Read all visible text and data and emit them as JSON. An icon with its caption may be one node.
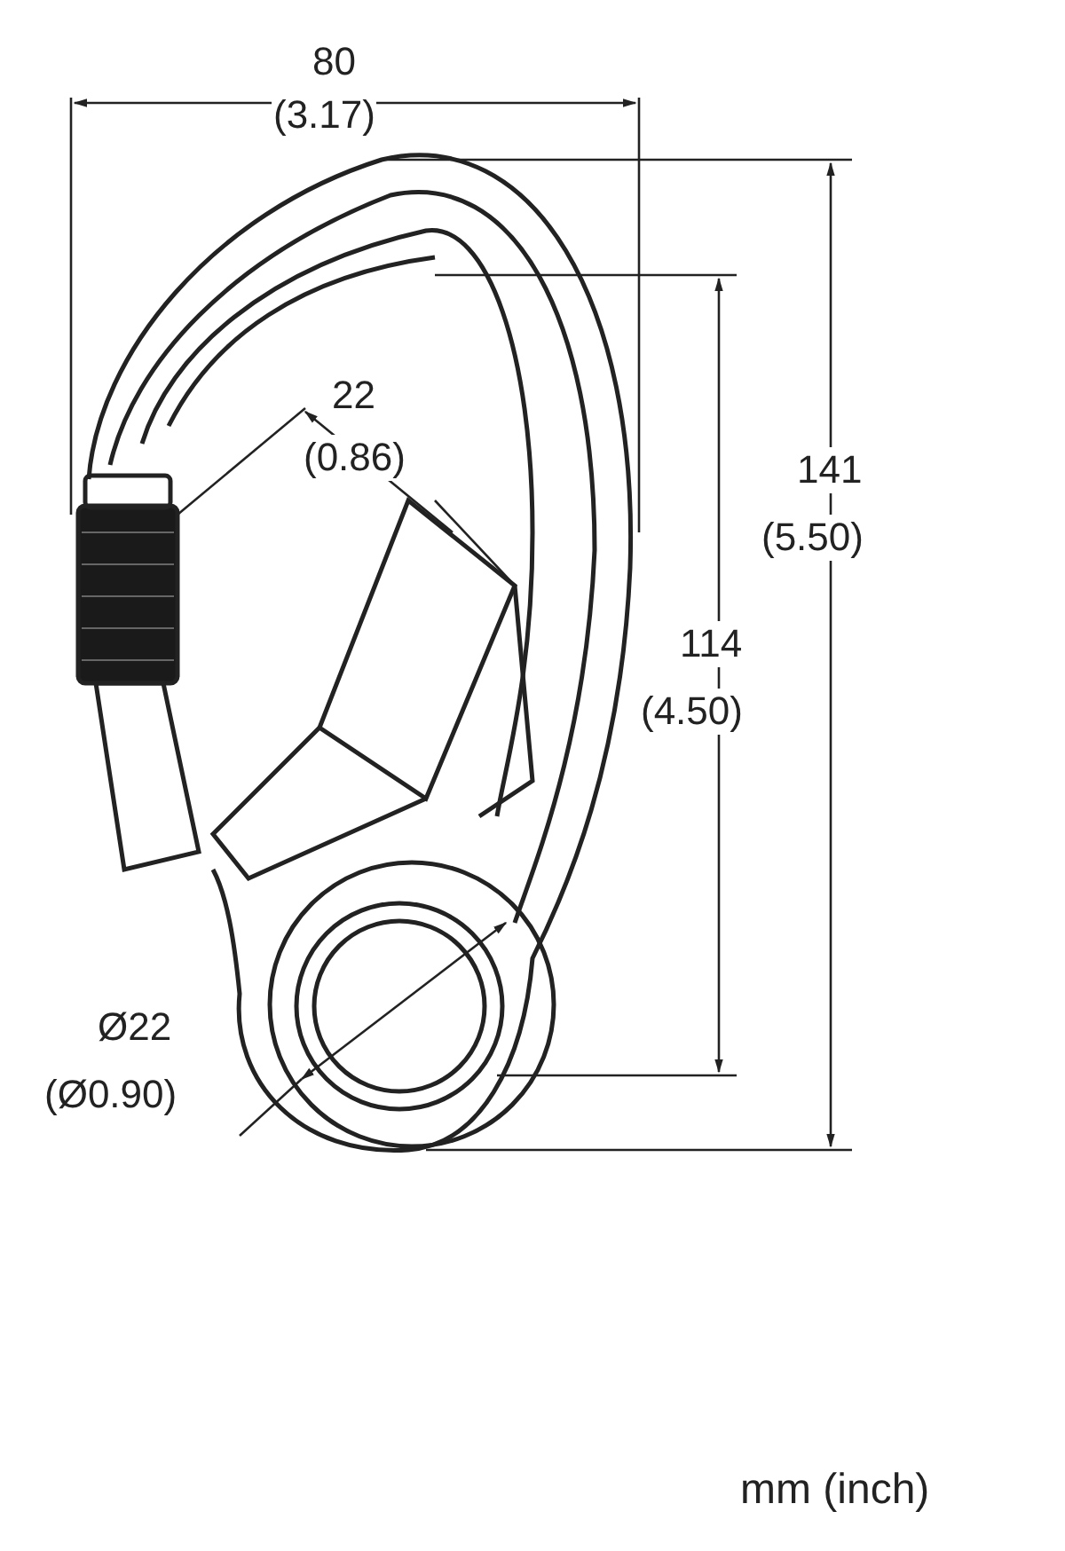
{
  "diagram": {
    "labels": [
      "80",
      "(3.17)",
      "22",
      "(0.86)",
      "141",
      "(5.50)",
      "114",
      "(4.50)",
      "Ø22",
      "(Ø0.90)",
      "mm (inch)"
    ]
  }
}
